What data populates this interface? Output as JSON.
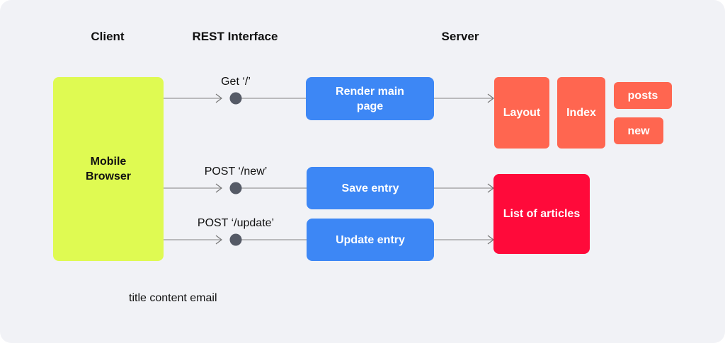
{
  "columns": {
    "client": "Client",
    "rest": "REST Interface",
    "server": "Server"
  },
  "client": {
    "browser_line1": "Mobile",
    "browser_line2": "Browser"
  },
  "endpoints": [
    {
      "label": "Get ‘/’"
    },
    {
      "label": "POST ‘/new’"
    },
    {
      "label": "POST ‘/update’"
    }
  ],
  "actions": [
    {
      "label": "Render main page"
    },
    {
      "label": "Save entry"
    },
    {
      "label": "Update entry"
    }
  ],
  "views": {
    "layout": "Layout",
    "index": "Index",
    "posts": "posts",
    "new": "new",
    "articles": "List of articles"
  },
  "note": "title content email",
  "colors": {
    "client": "#dffa52",
    "action": "#3d87f5",
    "view": "#ff6650",
    "articles": "#ff0a3a",
    "connector": "#999999",
    "endpoint_dot": "#555a66"
  }
}
